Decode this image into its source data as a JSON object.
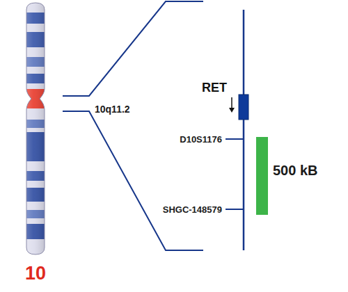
{
  "diagram": {
    "labels": [
      "10",
      "10q11.2",
      "RET",
      "D10S1176",
      "SHGC-148579",
      "500 kB"
    ]
  }
}
